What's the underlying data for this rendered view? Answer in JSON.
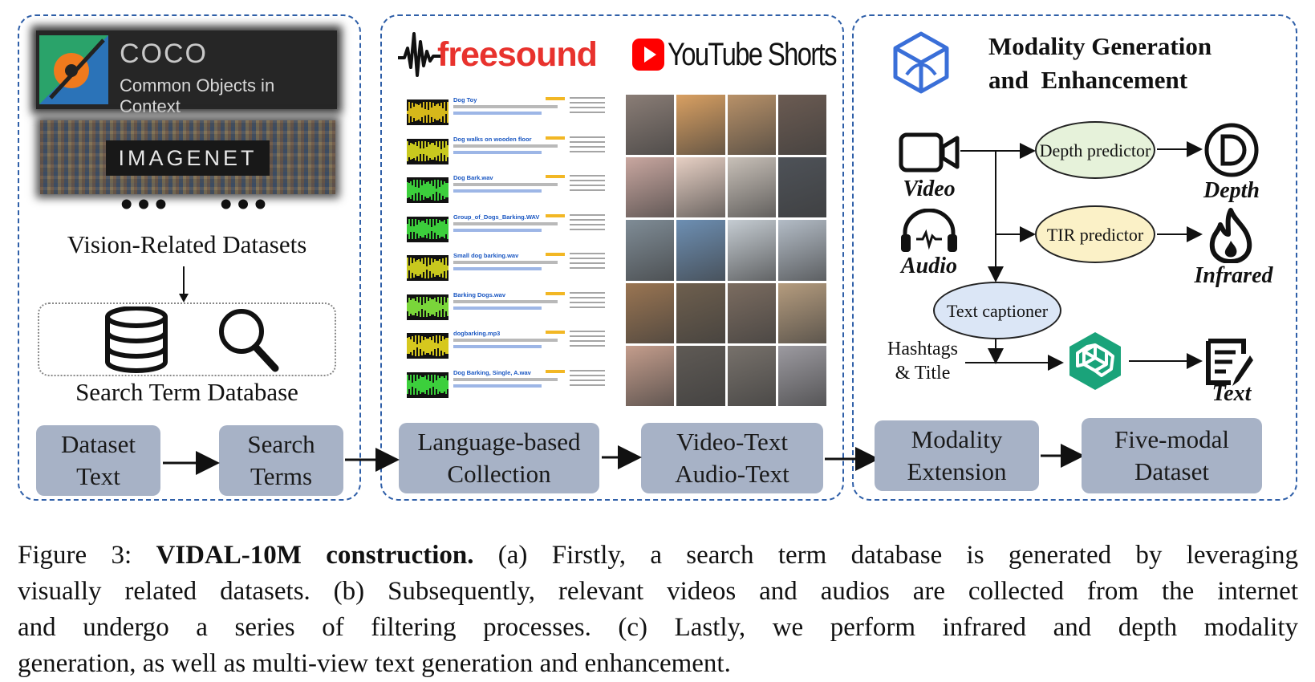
{
  "panel_a": {
    "coco_title": "COCO",
    "coco_subtitle": "Common Objects in Context",
    "imagenet_label": "IMAGENET",
    "dots_left": "•••",
    "dots_right": "•••",
    "vision_label": "Vision-Related Datasets",
    "db_label": "Search Term Database",
    "dataset_text": "Dataset Text",
    "search_terms": "Search Terms"
  },
  "panel_b": {
    "freesound_logo": "freesound",
    "youtube_logo": "YouTube Shorts",
    "freesound_results": [
      {
        "title": "Dog Toy"
      },
      {
        "title": "Dog walks on wooden floor"
      },
      {
        "title": "Dog Bark.wav"
      },
      {
        "title": "Group_of_Dogs_Barking.WAV"
      },
      {
        "title": "Small dog barking.wav"
      },
      {
        "title": "Barking Dogs.wav"
      },
      {
        "title": "dogbarking.mp3"
      },
      {
        "title": "Dog Barking, Single, A.wav"
      }
    ],
    "language_collection": "Language-based Collection",
    "video_text": "Video-Text Audio-Text"
  },
  "panel_c": {
    "title_line1": "Modality Generation",
    "title_line2": "and  Enhancement",
    "video": "Video",
    "audio": "Audio",
    "depth_predictor": "Depth predictor",
    "tir_predictor": "TIR predictor",
    "text_captioner": "Text captioner",
    "hashtags_title": "Hashtags & Title",
    "depth": "Depth",
    "infrared": "Infrared",
    "text": "Text",
    "modality_extension": "Modality Extension",
    "five_modal": "Five-modal Dataset"
  },
  "caption": {
    "prefix": "Figure 3: ",
    "bold": "VIDAL-10M construction.",
    "line1_rest": " (a) Firstly, a search term database is generated by leveraging",
    "line2": "visually related datasets. (b) Subsequently, relevant videos and audios are collected from the internet",
    "line3": "and undergo a series of filtering processes.  (c) Lastly, we perform infrared and depth modality",
    "line4": "generation, as well as multi-view text generation and enhancement."
  },
  "colors": {
    "panel_border": "#2f5fa8",
    "gray_box": "#a7b2c6",
    "depth_fill": "#e6f2da",
    "tir_fill": "#fbf1c7",
    "captioner_fill": "#dbe6f6",
    "gpt_green": "#1aa37a",
    "youtube_red": "#ff0000",
    "freesound_red": "#e8322d"
  }
}
